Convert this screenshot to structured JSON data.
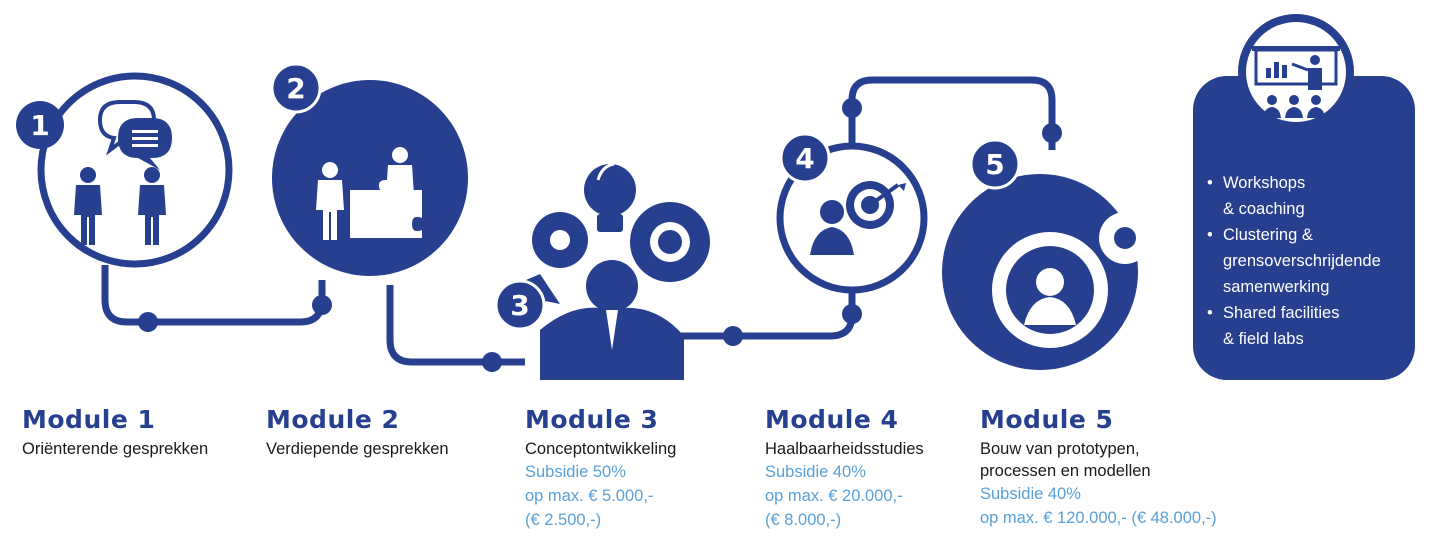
{
  "colors": {
    "primary": "#263f8f",
    "subsidy": "#5aa0d8",
    "text": "#1a1a1a"
  },
  "steps": [
    {
      "number": "1",
      "icon": "two-people-talking-icon"
    },
    {
      "number": "2",
      "icon": "businessmen-puzzle-icon"
    },
    {
      "number": "3",
      "icon": "idea-gears-businessman-icon"
    },
    {
      "number": "4",
      "icon": "target-arrow-businessman-icon"
    },
    {
      "number": "5",
      "icon": "gear-businessman-icon"
    }
  ],
  "modules": [
    {
      "title": "Module 1",
      "desc": [
        "Oriënterende gesprekken"
      ],
      "subsidy": []
    },
    {
      "title": "Module 2",
      "desc": [
        "Verdiepende gesprekken"
      ],
      "subsidy": []
    },
    {
      "title": "Module 3",
      "desc": [
        "Conceptontwikkeling"
      ],
      "subsidy": [
        "Subsidie 50%",
        "op max. € 5.000,-",
        "(€ 2.500,-)"
      ]
    },
    {
      "title": "Module 4",
      "desc": [
        "Haalbaarheidsstudies"
      ],
      "subsidy": [
        "Subsidie 40%",
        "op max. € 20.000,-",
        "(€ 8.000,-)"
      ]
    },
    {
      "title": "Module 5",
      "desc": [
        "Bouw van prototypen,",
        "processen en modellen"
      ],
      "subsidy": [
        "Subsidie 40%",
        "op max. € 120.000,- (€ 48.000,-)"
      ]
    }
  ],
  "panel": {
    "icon": "presentation-audience-icon",
    "items": [
      {
        "lines": [
          "Workshops",
          "& coaching"
        ]
      },
      {
        "lines": [
          "Clustering &",
          "grensoverschrijdende",
          "samenwerking"
        ]
      },
      {
        "lines": [
          "Shared facilities",
          "& field labs"
        ]
      }
    ]
  }
}
